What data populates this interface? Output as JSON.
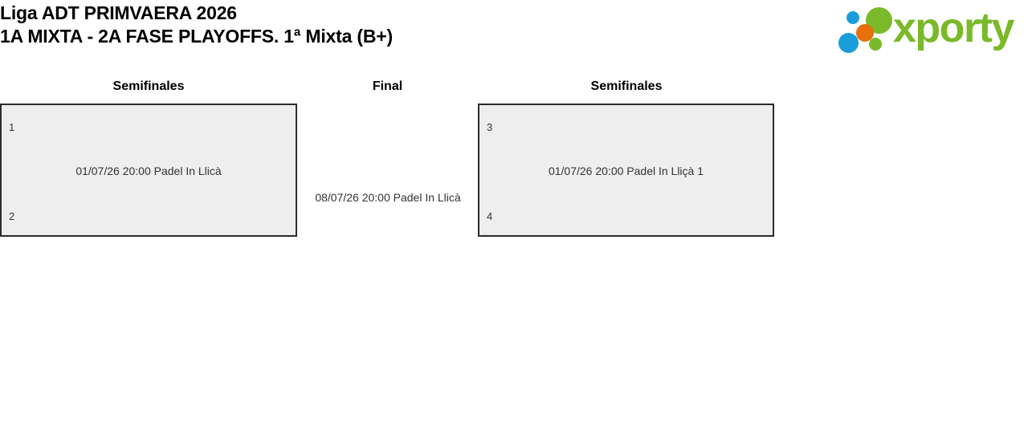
{
  "header": {
    "title_line1": "Liga ADT PRIMVAERA 2026",
    "title_line2": "1A MIXTA - 2A FASE PLAYOFFS. 1ª Mixta (B+)",
    "logo": {
      "wordmark": "xporty",
      "dot_colors": {
        "blue": "#1b9dd9",
        "orange": "#e8700a",
        "green": "#7ab929"
      },
      "text_color": "#7ab929"
    }
  },
  "bracket": {
    "rounds": [
      {
        "label": "Semifinales"
      },
      {
        "label": "Final"
      },
      {
        "label": "Semifinales"
      }
    ],
    "matches": {
      "left_semifinal": {
        "seed_top": "1",
        "seed_bottom": "2",
        "info": "01/07/26 20:00 Padel In Llicà"
      },
      "right_semifinal": {
        "seed_top": "3",
        "seed_bottom": "4",
        "info": "01/07/26 20:00 Padel In Lliçà 1"
      },
      "final": {
        "info": "08/07/26 20:00 Padel In Llicà"
      }
    },
    "colors": {
      "box_fill": "#eeeeee",
      "box_border": "#2b2b2b",
      "text": "#333333"
    }
  }
}
